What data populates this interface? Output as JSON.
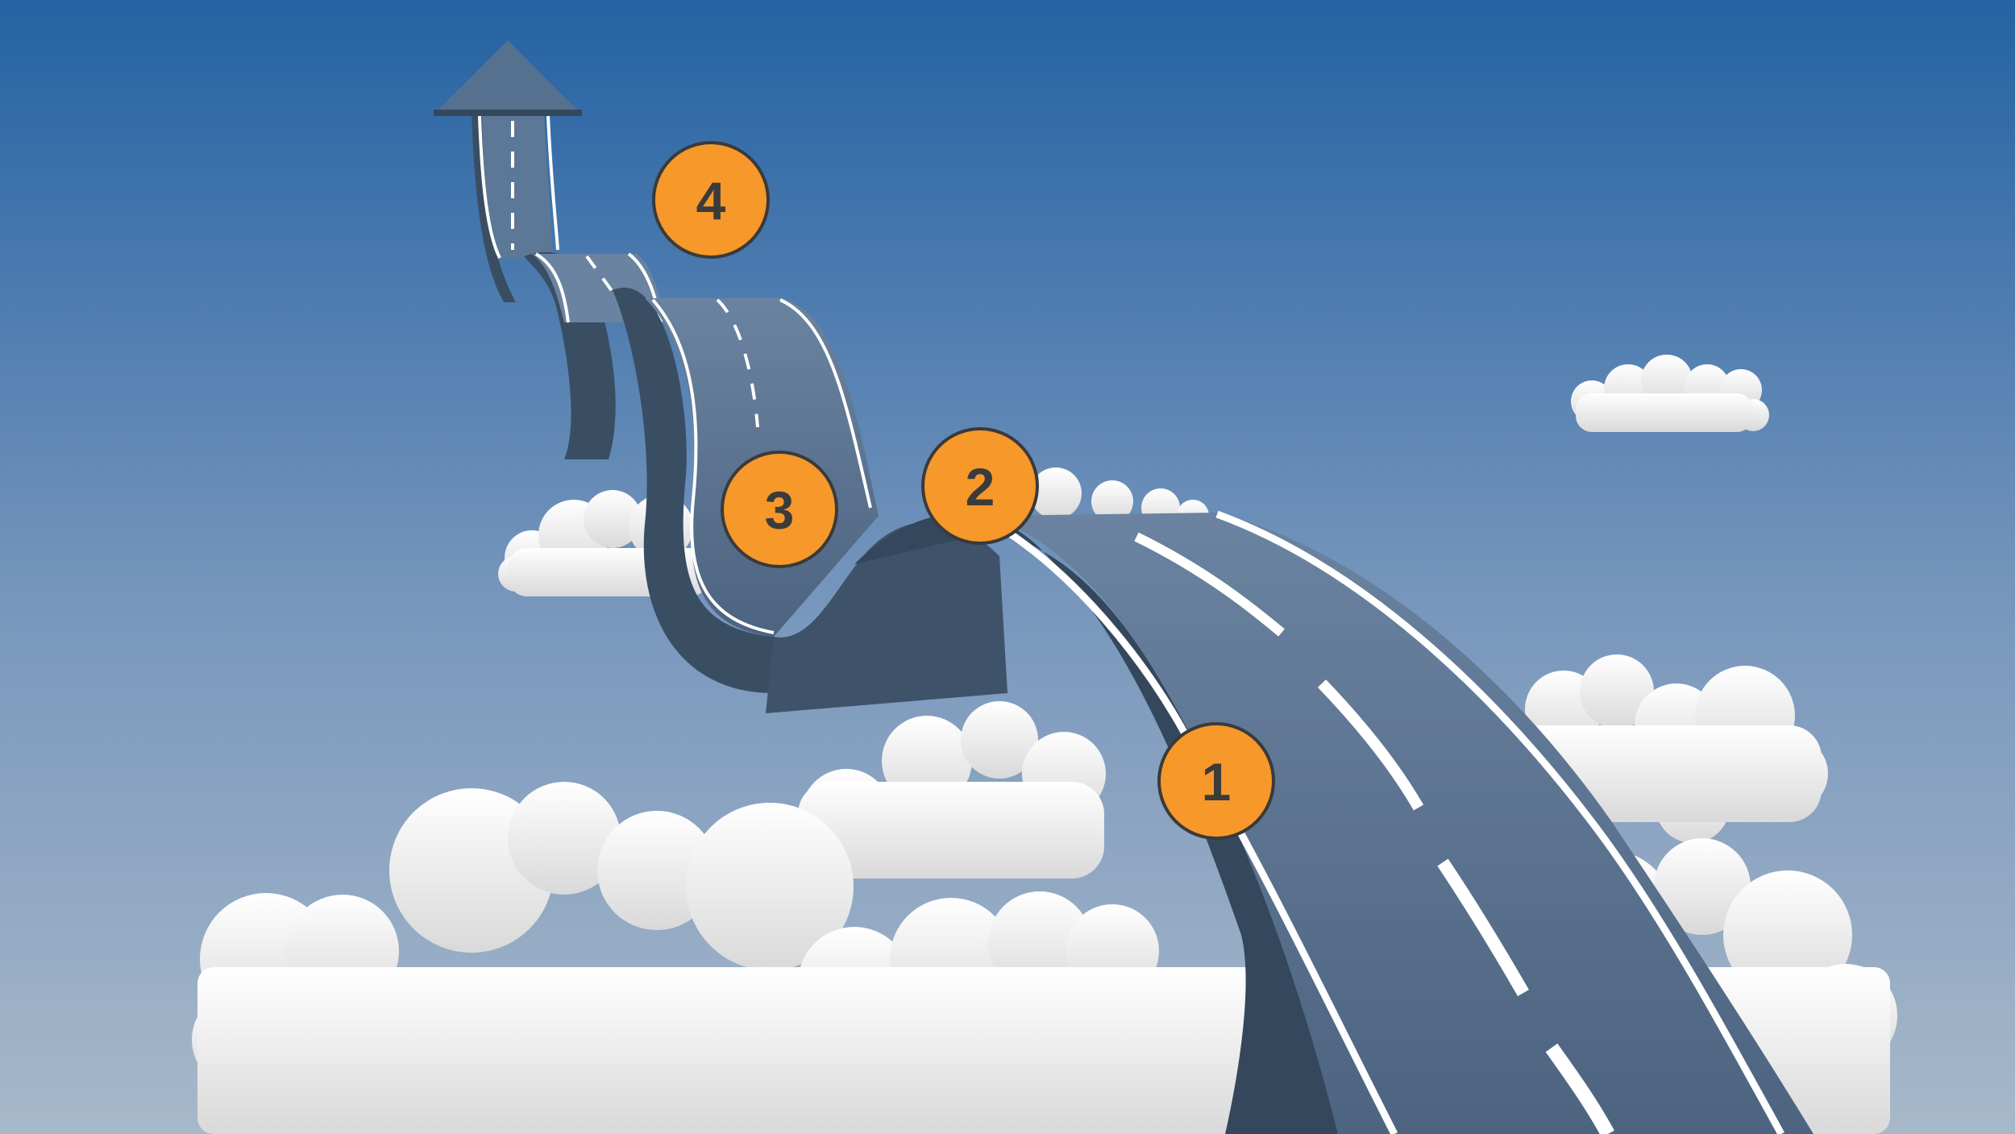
{
  "markers": [
    {
      "label": "1"
    },
    {
      "label": "2"
    },
    {
      "label": "3"
    },
    {
      "label": "4"
    }
  ],
  "colors": {
    "sky_top": "#2462a3",
    "sky_bottom": "#a3b6c8",
    "road_surface": "#5b7390",
    "road_side": "#3a4e63",
    "lane_marking": "#ffffff",
    "marker_fill": "#f6982a",
    "marker_stroke": "#3a3a3a",
    "cloud": "#f2f2f2"
  },
  "icons": [
    "up-arrow-icon",
    "cloud-icon",
    "road-illustration"
  ]
}
